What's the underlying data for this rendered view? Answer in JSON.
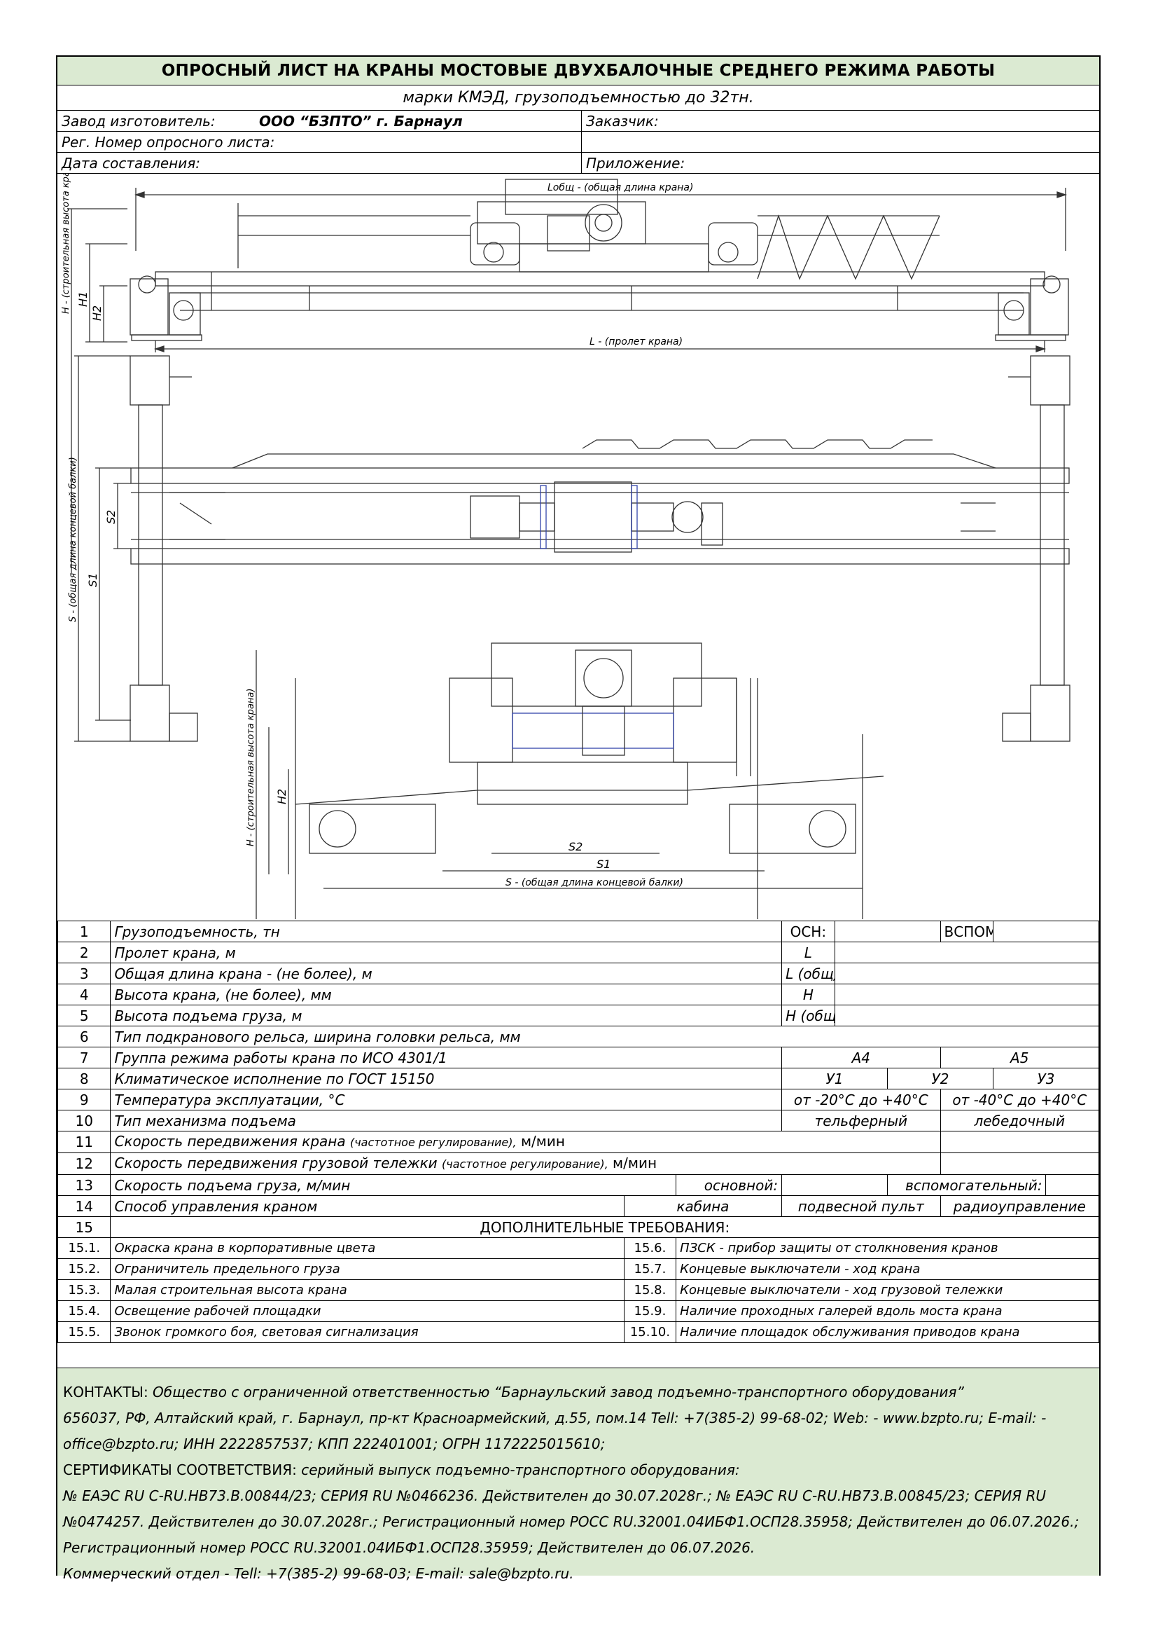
{
  "header": {
    "title": "ОПРОСНЫЙ ЛИСТ НА КРАНЫ МОСТОВЫЕ ДВУХБАЛОЧНЫЕ СРЕДНЕГО РЕЖИМА РАБОТЫ",
    "subtitle": "марки КМЭД, грузоподъемностью до 32тн."
  },
  "meta": {
    "manufacturer_label": "Завод изготовитель:",
    "manufacturer_value": "ООО “БЗПТО” г. Барнаул",
    "customer_label": "Заказчик:",
    "reg_label": "Рег. Номер опросного листа:",
    "date_label": "Дата составления:",
    "appendix_label": "Приложение:"
  },
  "drawing": {
    "l_total": "Lобщ - (общая длина крана)",
    "l_span": "L - (пролет крана)",
    "h_building": "H - (строительная высота крана)",
    "h1": "H1",
    "h2": "H2",
    "s_total": "S - (общая длина концевой балки)",
    "s1": "S1",
    "s2": "S2"
  },
  "spec": {
    "r1": {
      "n": "1",
      "label": "Грузоподъемность, тн",
      "main": "ОСН:",
      "aux": "ВСПОМ:"
    },
    "r2": {
      "n": "2",
      "label": "Пролет крана, м",
      "sym": "L"
    },
    "r3": {
      "n": "3",
      "label": "Общая длина крана - (не более), м",
      "sym": "L (общ)"
    },
    "r4": {
      "n": "4",
      "label": "Высота крана, (не более), мм",
      "sym": "H"
    },
    "r5": {
      "n": "5",
      "label": "Высота подъема груза, м",
      "sym": "H (общ)"
    },
    "r6": {
      "n": "6",
      "label": "Тип подкранового рельса, ширина головки рельса, мм"
    },
    "r7": {
      "n": "7",
      "label": "Группа режима работы крана по ИСО 4301/1",
      "a": "А4",
      "b": "А5"
    },
    "r8": {
      "n": "8",
      "label": "Климатическое исполнение по ГОСТ 15150",
      "a": "У1",
      "b": "У2",
      "c": "У3"
    },
    "r9": {
      "n": "9",
      "label": "Температура эксплуатации, °С",
      "a": "от -20°С до +40°С",
      "b": "от -40°С до +40°С"
    },
    "r10": {
      "n": "10",
      "label": "Тип механизма подъема",
      "a": "тельферный",
      "b": "лебедочный"
    },
    "r11": {
      "n": "11",
      "label": "Скорость передвижения крана",
      "note": "(частотное регулирование),",
      "unit": "м/мин"
    },
    "r12": {
      "n": "12",
      "label": "Скорость передвижения грузовой тележки",
      "note": "(частотное регулирование),",
      "unit": "м/мин"
    },
    "r13": {
      "n": "13",
      "label": "Скорость подъема груза, м/мин",
      "a": "основной:",
      "b": "вспомогательный:"
    },
    "r14": {
      "n": "14",
      "label": "Способ управления краном",
      "a": "кабина",
      "b": "подвесной пульт",
      "c": "радиоуправление"
    },
    "r15": {
      "n": "15",
      "label": "ДОПОЛНИТЕЛЬНЫЕ ТРЕБОВАНИЯ:"
    },
    "extra": [
      {
        "n1": "15.1.",
        "t1": "Окраска крана в корпоративные цвета",
        "n2": "15.6.",
        "t2": "ПЗСК - прибор защиты от столкновения кранов"
      },
      {
        "n1": "15.2.",
        "t1": "Ограничитель предельного груза",
        "n2": "15.7.",
        "t2": "Концевые выключатели - ход крана"
      },
      {
        "n1": "15.3.",
        "t1": "Малая строительная высота крана",
        "n2": "15.8.",
        "t2": "Концевые выключатели - ход грузовой тележки"
      },
      {
        "n1": "15.4.",
        "t1": "Освещение рабочей площадки",
        "n2": "15.9.",
        "t2": "Наличие проходных галерей вдоль моста крана"
      },
      {
        "n1": "15.5.",
        "t1": "Звонок громкого боя, световая сигнализация",
        "n2": "15.10.",
        "t2": "Наличие площадок обслуживания приводов крана"
      }
    ]
  },
  "contacts": {
    "contacts_label": "КОНТАКТЫ:",
    "company": "Общество с ограниченной ответственностью “Барнаульский завод подъемно-транспортного оборудования”",
    "address": "656037, РФ, Алтайский край, г. Барнаул, пр-кт Красноармейский, д.55, пом.14 Tell: +7(385-2) 99-68-02; Web: - www.bzpto.ru; E-mail: - office@bzpto.ru; ИНН 2222857537; КПП 222401001; ОГРН 1172225015610;",
    "cert_label": "СЕРТИФИКАТЫ СООТВЕТСТВИЯ:",
    "cert_intro": "серийный выпуск подъемно-транспортного оборудования:",
    "cert_text": "№ ЕАЭС RU C-RU.НВ73.В.00844/23; СЕРИЯ RU №0466236. Действителен до 30.07.2028г.; № ЕАЭС RU C-RU.НВ73.В.00845/23; СЕРИЯ RU №0474257. Действителен до 30.07.2028г.; Регистрационный номер РОСС RU.32001.04ИБФ1.ОСП28.35958; Действителен до 06.07.2026.; Регистрационный номер РОСС RU.32001.04ИБФ1.ОСП28.35959; Действителен до 06.07.2026.",
    "sales": "Коммерческий отдел - Tell: +7(385-2) 99-68-03; E-mail: sale@bzpto.ru."
  }
}
